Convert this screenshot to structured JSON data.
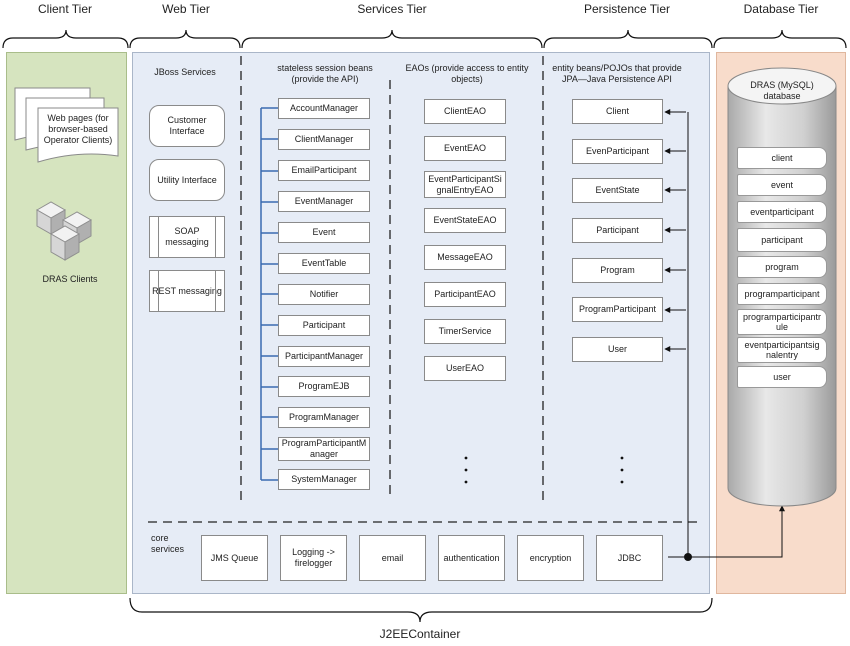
{
  "tiers": {
    "client": "Client Tier",
    "web": "Web Tier",
    "services": "Services Tier",
    "persistence": "Persistence Tier",
    "database": "Database Tier"
  },
  "client": {
    "web_pages": "Web pages (for browser-based Operator Clients)",
    "clients_label": "DRAS Clients"
  },
  "web": {
    "heading": "JBoss Services",
    "items": [
      "Customer Interface",
      "Utility Interface",
      "SOAP messaging",
      "REST messaging"
    ]
  },
  "services": {
    "beans_heading": "stateless session beans (provide the API)",
    "beans": [
      "AccountManager",
      "ClientManager",
      "EmailParticipant",
      "EventManager",
      "Event",
      "EventTable",
      "Notifier",
      "Participant",
      "ParticipantManager",
      "ProgramEJB",
      "ProgramManager",
      "ProgramParticipantManager",
      "SystemManager"
    ],
    "eaos_heading": "EAOs (provide access to entity objects)",
    "eaos": [
      "ClientEAO",
      "EventEAO",
      "EventParticipantSignalEntryEAO",
      "EventStateEAO",
      "MessageEAO",
      "ParticipantEAO",
      "TimerService",
      "UserEAO"
    ]
  },
  "persistence": {
    "heading": "entity beans/POJOs that provide JPA—Java Persistence API",
    "entities": [
      "Client",
      "EvenParticipant",
      "EventState",
      "Participant",
      "Program",
      "ProgramParticipant",
      "User"
    ]
  },
  "database": {
    "title": "DRAS (MySQL) database",
    "tables": [
      "client",
      "event",
      "eventparticipant",
      "participant",
      "program",
      "programparticipant",
      "programparticipantrule",
      "eventparticipantsignalentry",
      "user"
    ]
  },
  "core": {
    "heading": "core services",
    "items": [
      "JMS Queue",
      "Logging -> firelogger",
      "email",
      "authentication",
      "encryption",
      "JDBC"
    ]
  },
  "container_label": "J2EEContainer",
  "colors": {
    "client_bg": "#d6e4bf",
    "container_bg": "#e6ecf6",
    "db_bg": "#f8dccb",
    "tree_line": "#3a6bb0"
  }
}
